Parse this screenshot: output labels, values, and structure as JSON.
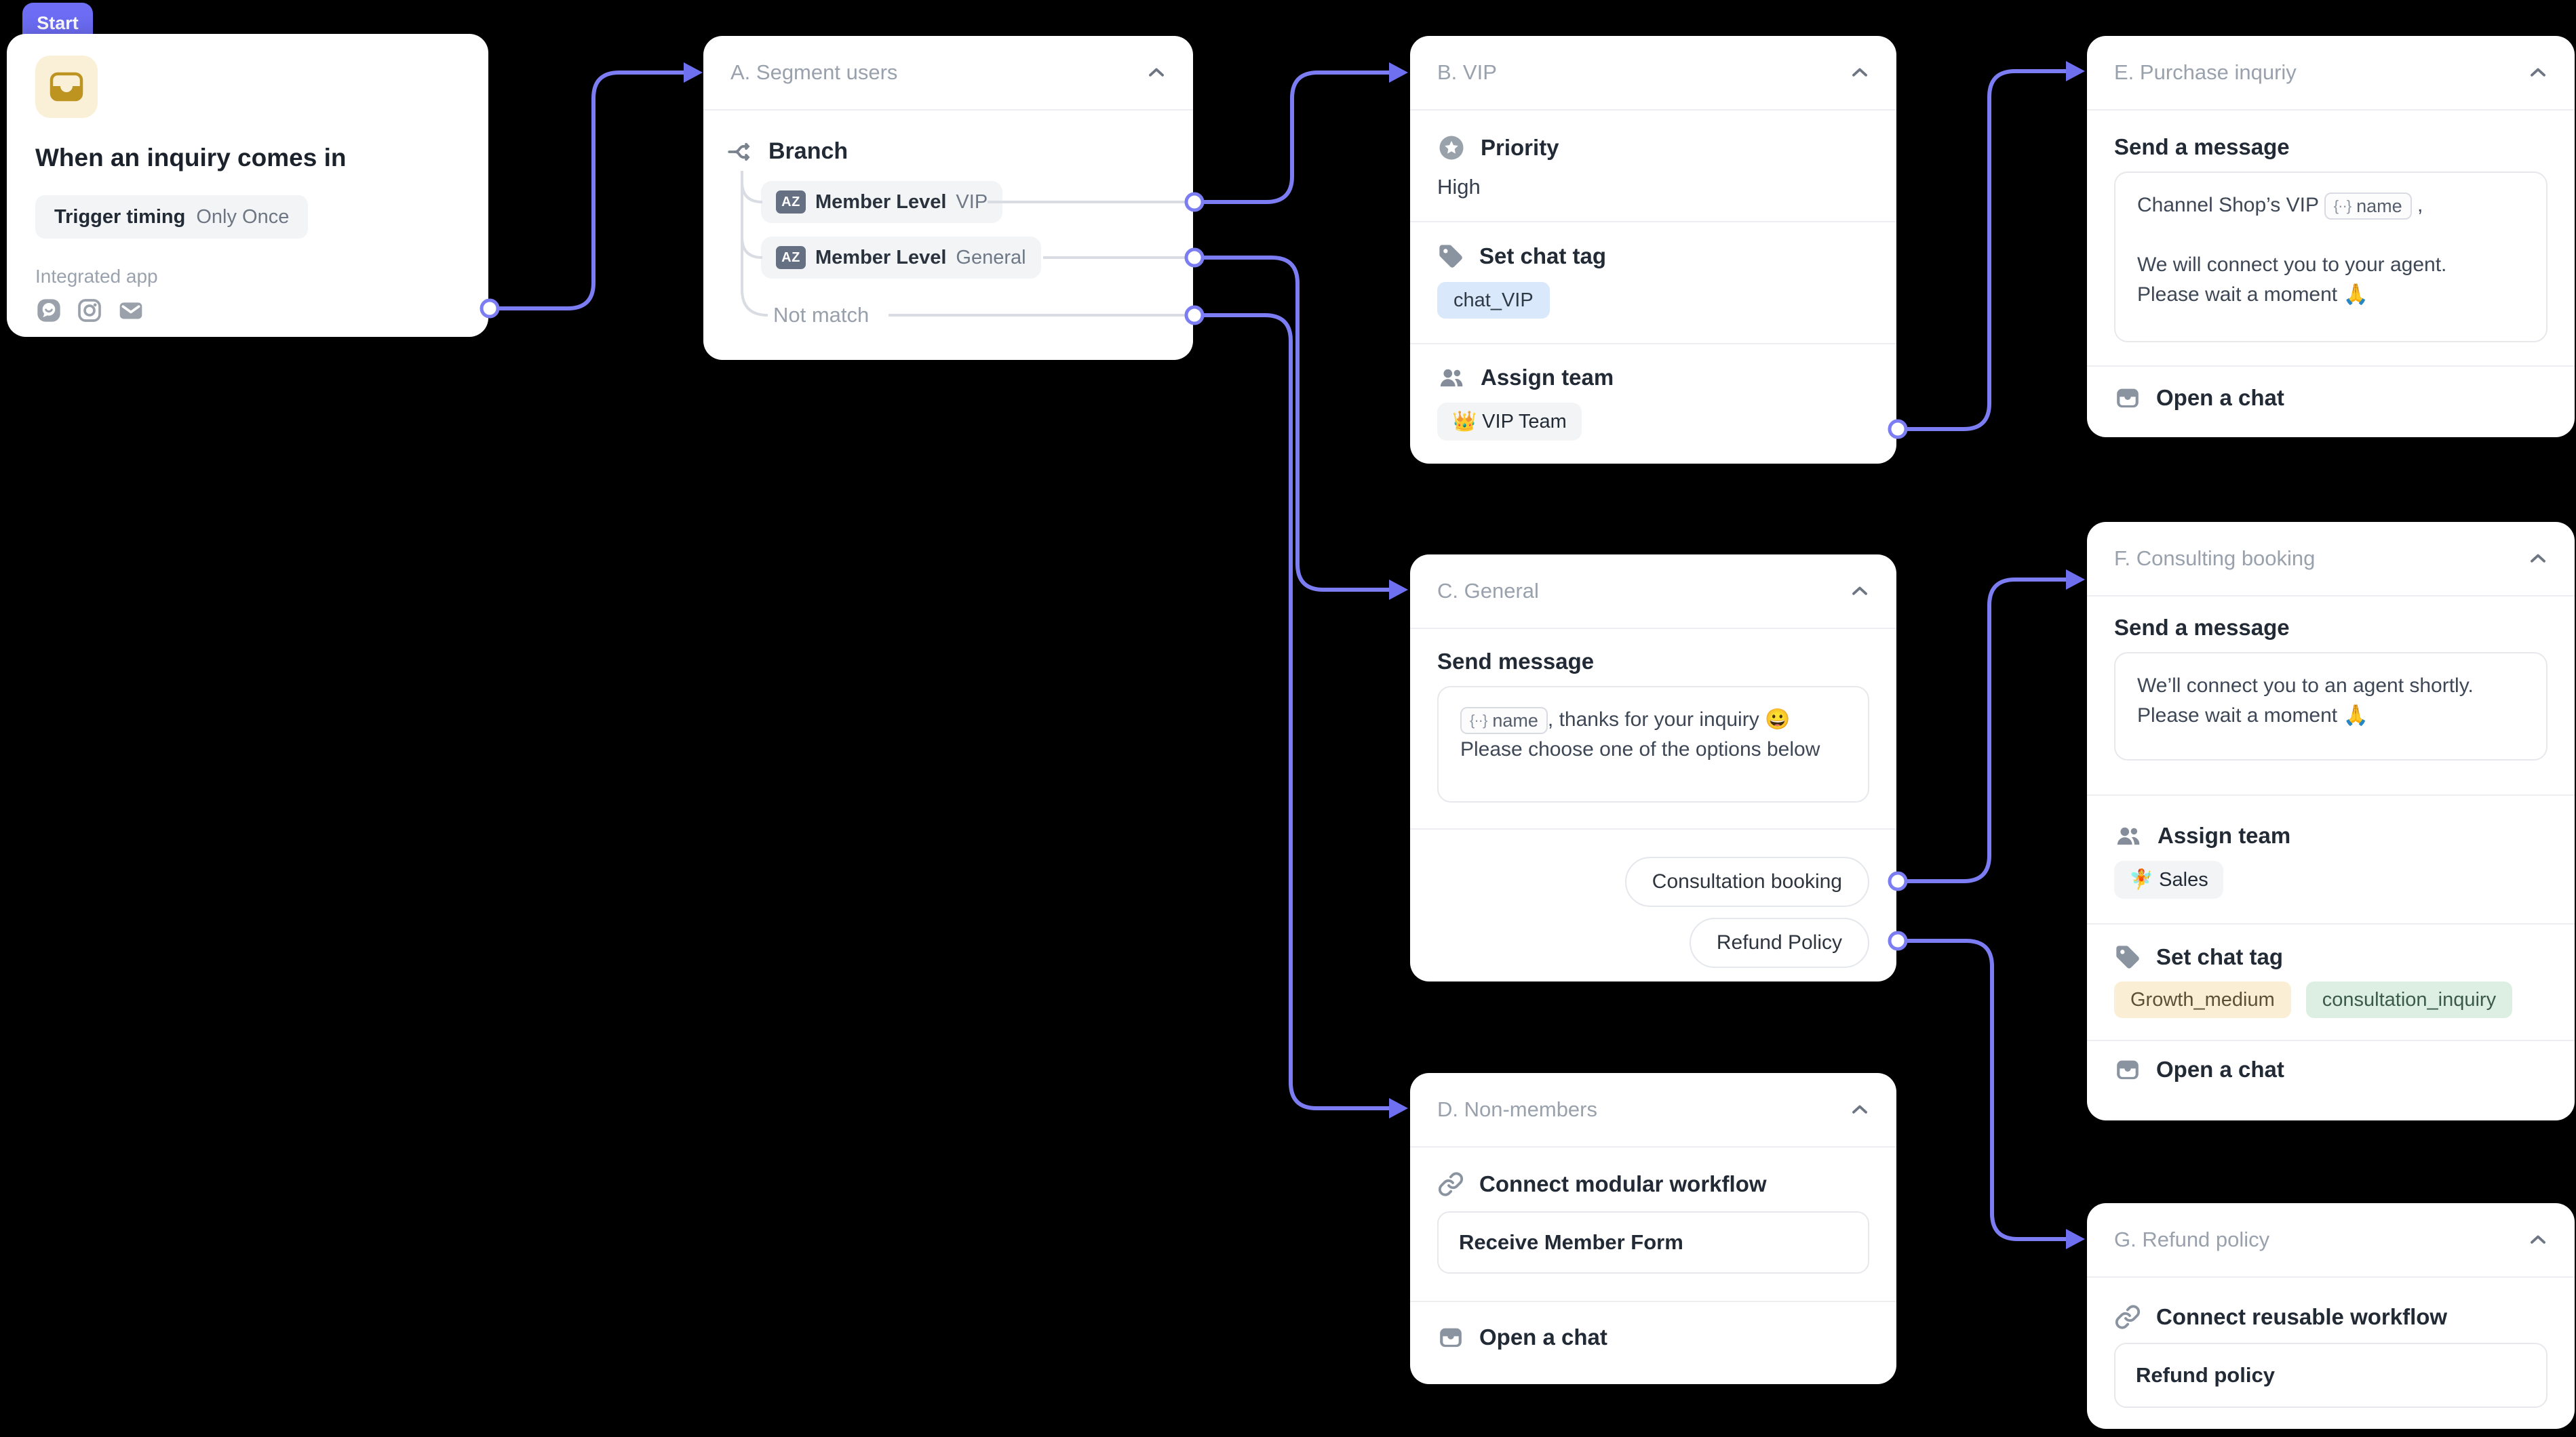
{
  "theme": {
    "background": "#000000",
    "node_bg": "#FFFFFF",
    "wire": "#7C7DF3",
    "arrow": "#6F70EF",
    "divider": "#ECEEF1",
    "header_text": "#99A1AD",
    "gray_line": "#D9DDE3",
    "tag_blue_bg": "#D9E8FA",
    "tag_yellow_bg": "#FAEFD5",
    "tag_green_bg": "#DCEFE2",
    "start_tab_bg": "#6D6DF6",
    "start_icon_bg": "#FAF0D8",
    "start_icon": "#BE9420"
  },
  "chip_icon": "{··}",
  "start_node": {
    "tab": "Start",
    "title": "When an inquiry comes in",
    "trigger_label": "Trigger timing",
    "trigger_value": "Only Once",
    "integrated_app_label": "Integrated app",
    "app_icons": [
      "channel-talk-icon",
      "instagram-icon",
      "mail-icon"
    ]
  },
  "node_a": {
    "title": "A. Segment users",
    "branch_label": "Branch",
    "rows": [
      {
        "badge": "AZ",
        "label": "Member Level",
        "value": "VIP"
      },
      {
        "badge": "AZ",
        "label": "Member Level",
        "value": "General"
      }
    ],
    "not_match": "Not match"
  },
  "node_b": {
    "title": "B. VIP",
    "priority_label": "Priority",
    "priority_value": "High",
    "tag_label": "Set chat tag",
    "tag": "chat_VIP",
    "assign_label": "Assign team",
    "team": "👑 VIP Team"
  },
  "node_c": {
    "title": "C. General",
    "send_label": "Send message",
    "chip": "name",
    "line1": ", thanks for your inquiry 😀",
    "line2": "Please choose one of the options below",
    "buttons": [
      "Consultation booking",
      "Refund Policy"
    ]
  },
  "node_d": {
    "title": "D. Non-members",
    "connect_label": "Connect modular workflow",
    "workflow_name": "Receive Member Form",
    "open_chat_label": "Open a chat"
  },
  "node_e": {
    "title": "E. Purchase inquriy",
    "send_label": "Send a message",
    "line1_prefix": "Channel Shop’s VIP",
    "chip": "name",
    "line1_suffix": ",",
    "line2": "We will connect you to your agent.",
    "line3": "Please wait a moment 🙏",
    "open_chat_label": "Open a chat"
  },
  "node_f": {
    "title": "F. Consulting booking",
    "send_label": "Send a message",
    "line1": "We’ll connect you to an agent shortly.",
    "line2": "Please wait a moment 🙏",
    "assign_label": "Assign team",
    "team": "🧚 Sales",
    "tag_label": "Set chat tag",
    "tags": [
      "Growth_medium",
      "consultation_inquiry"
    ],
    "open_chat_label": "Open a chat"
  },
  "node_g": {
    "title": "G. Refund policy",
    "connect_label": "Connect reusable workflow",
    "workflow_name": "Refund policy"
  }
}
